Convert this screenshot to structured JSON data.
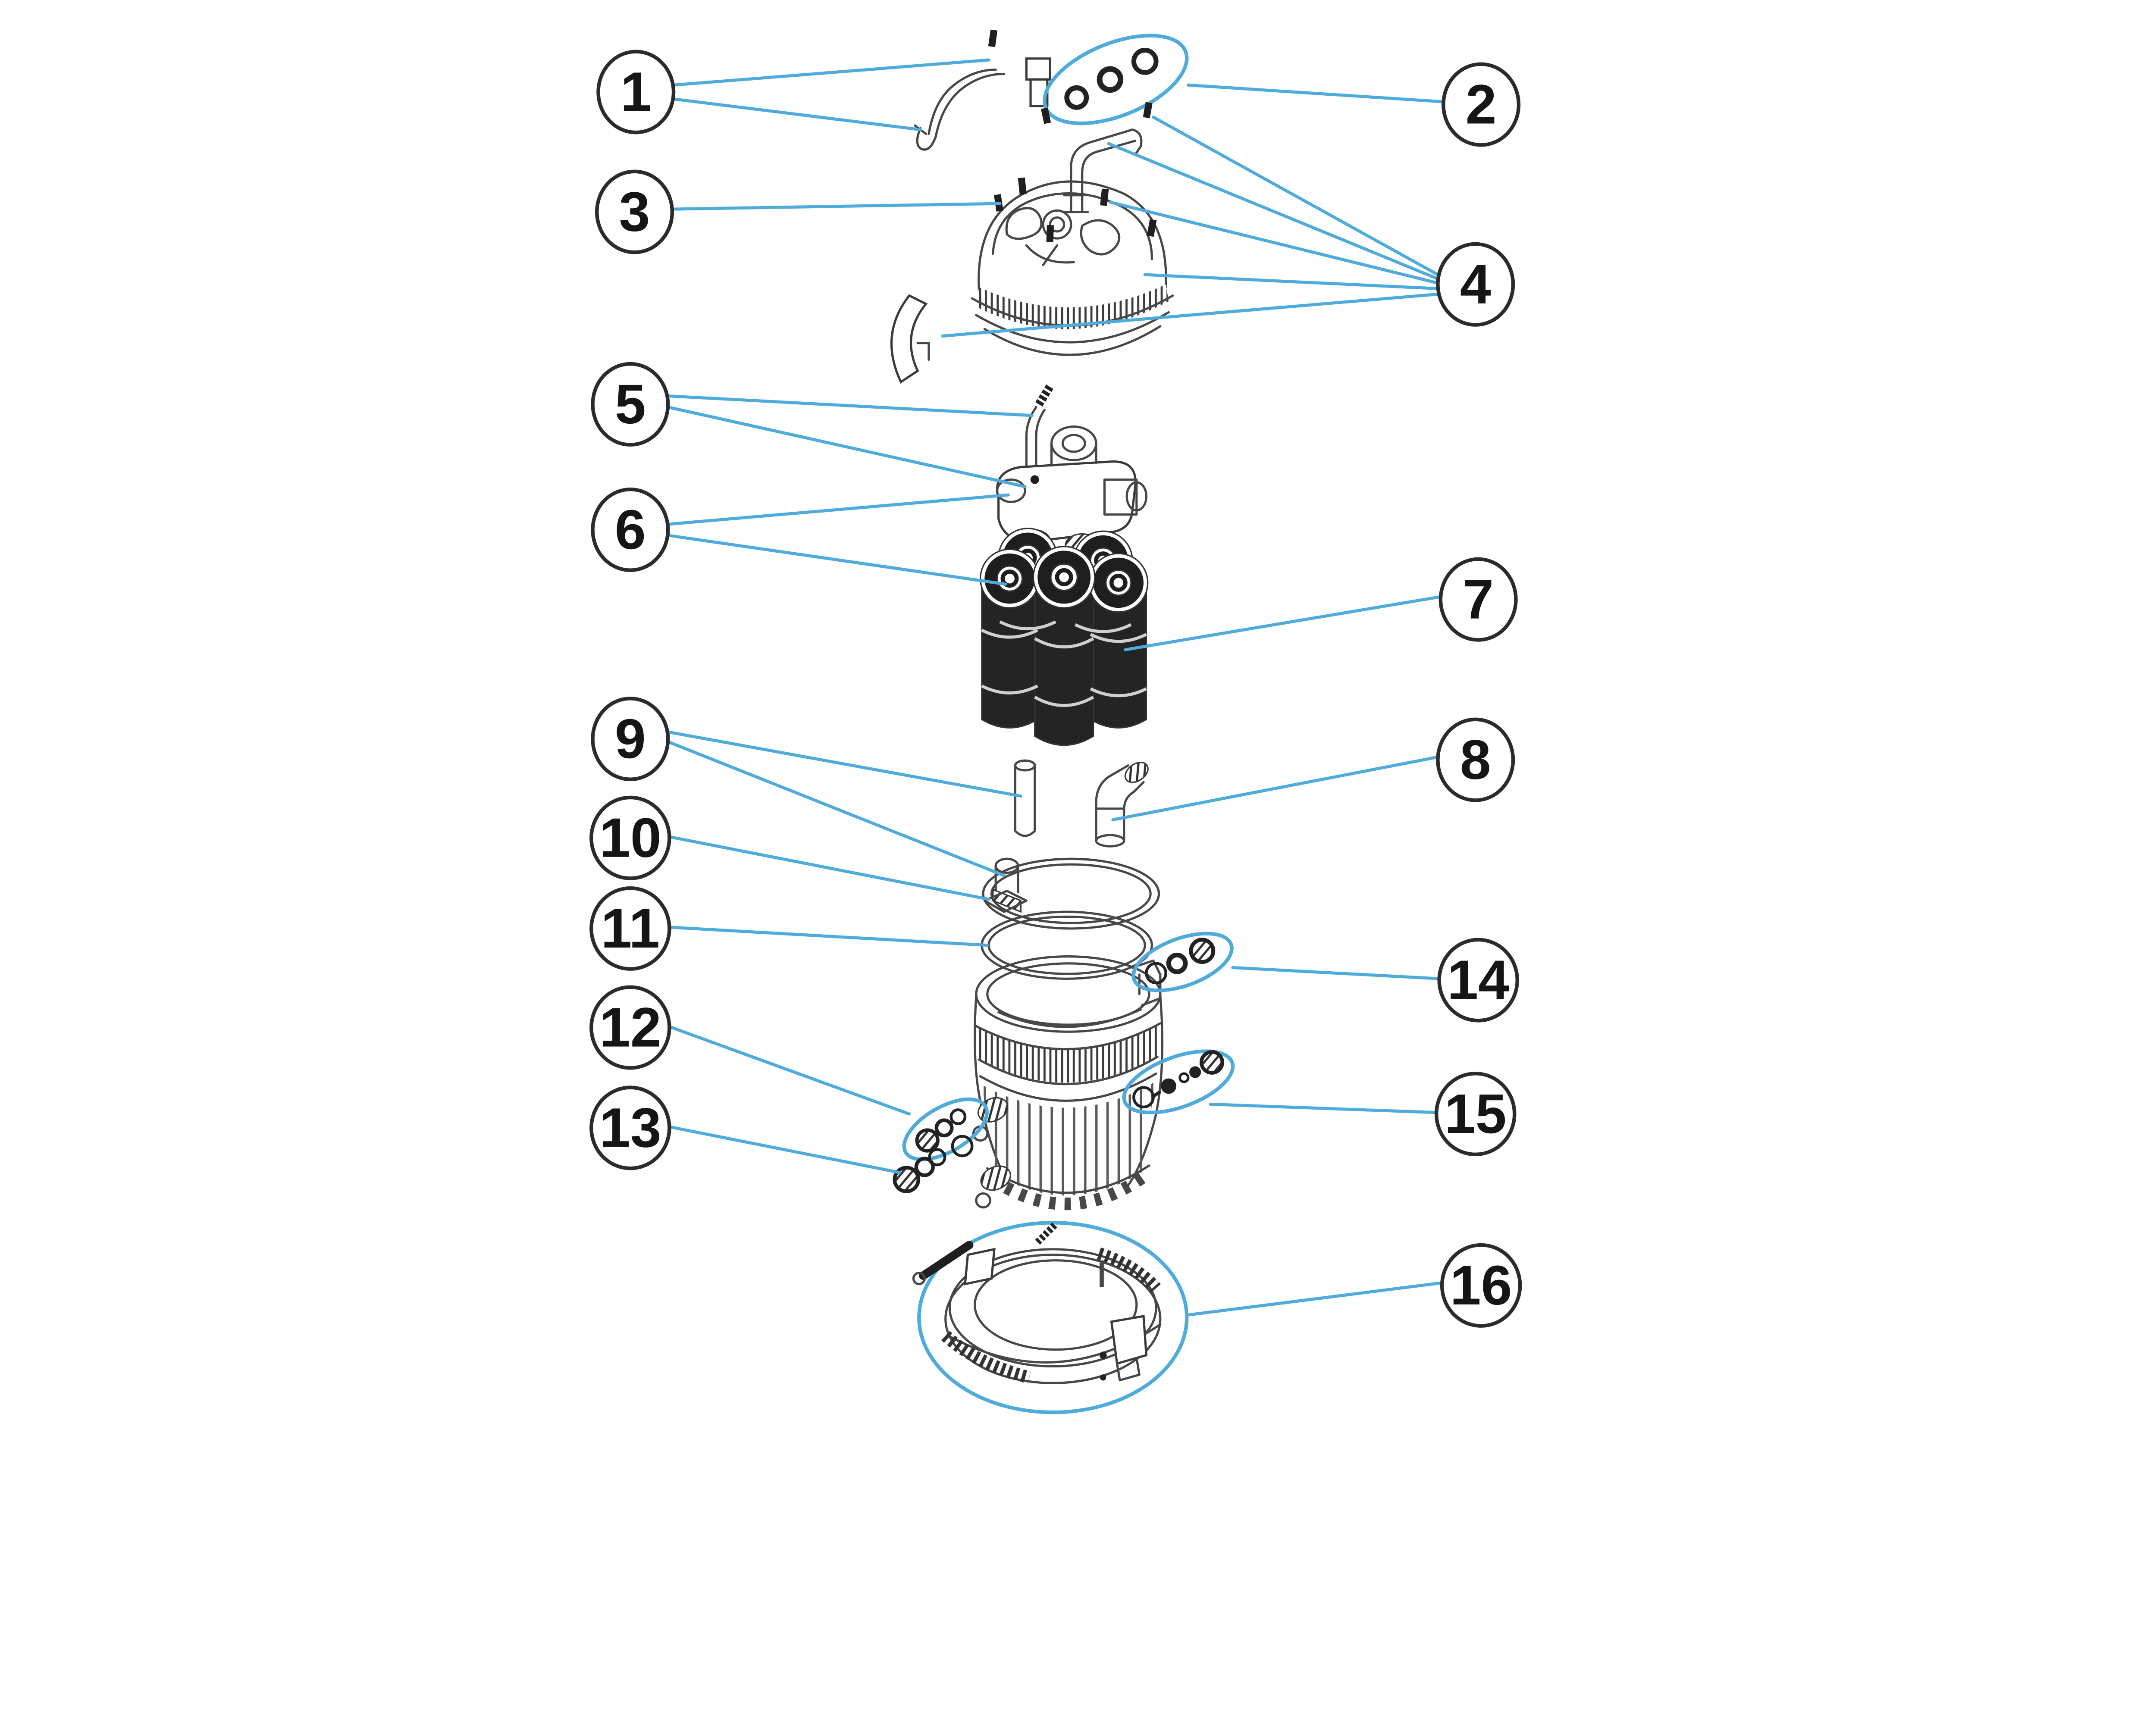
{
  "diagram": {
    "title": "exploded-parts-diagram-cartridge-filter",
    "background_color": "#ffffff",
    "accent_blue": "#4fabdb",
    "line_gray": "#474747",
    "dark_part_fill": "#1f1f1f",
    "callouts": [
      {
        "number": "1"
      },
      {
        "number": "2"
      },
      {
        "number": "3"
      },
      {
        "number": "4"
      },
      {
        "number": "5"
      },
      {
        "number": "6"
      },
      {
        "number": "7"
      },
      {
        "number": "8"
      },
      {
        "number": "9"
      },
      {
        "number": "10"
      },
      {
        "number": "11"
      },
      {
        "number": "12"
      },
      {
        "number": "13"
      },
      {
        "number": "14"
      },
      {
        "number": "15"
      },
      {
        "number": "16"
      }
    ]
  }
}
